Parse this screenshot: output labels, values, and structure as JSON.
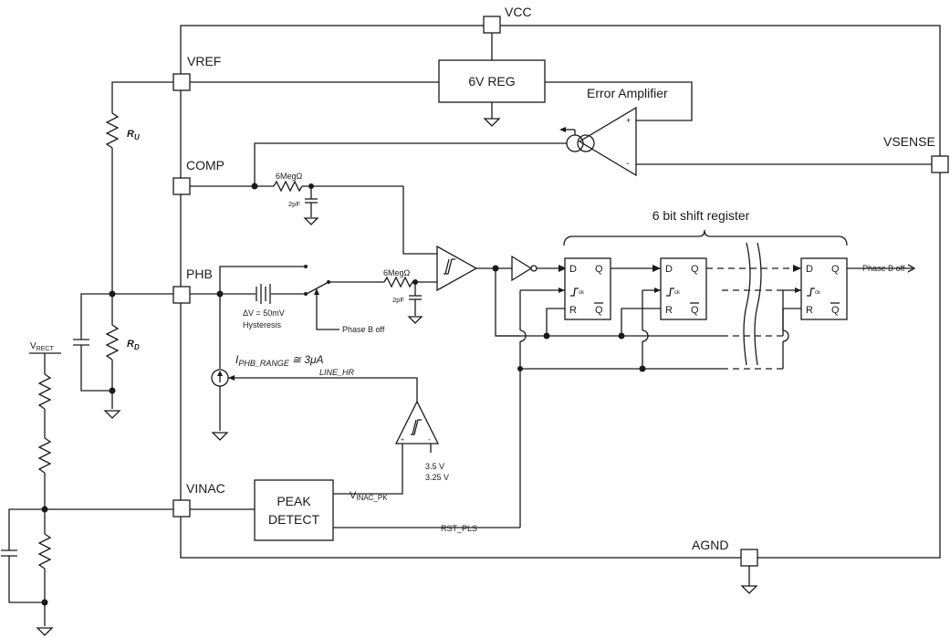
{
  "pins": {
    "vcc": "VCC",
    "vref": "VREF",
    "comp": "COMP",
    "phb": "PHB",
    "vinac": "VINAC",
    "vsense": "VSENSE",
    "agnd": "AGND"
  },
  "blocks": {
    "regulator": "6V REG",
    "error_amp": "Error Amplifier",
    "peak_detect_line1": "PEAK",
    "peak_detect_line2": "DETECT",
    "shift_register": "6 bit shift register"
  },
  "components": {
    "ru": "R",
    "ru_sub": "U",
    "rd": "R",
    "rd_sub": "D",
    "vrect": "V",
    "vrect_sub": "RECT",
    "r_comp": "6MegΩ",
    "c_comp": "2pF",
    "r_phb": "6MegΩ",
    "c_phb": "2pF",
    "hyst_voltage": "ΔV = 50mV",
    "hyst_label": "Hysteresis",
    "threshold_high": "3.5 V",
    "threshold_low": "3.25 V"
  },
  "signals": {
    "phase_b_off_switch": "Phase B off",
    "phase_b_off_out": "Phase B off",
    "i_phb_main": "I",
    "i_phb_sub": "PHB_RANGE",
    "i_phb_value": "≅ 3μA",
    "line_hr": "LINE_HR",
    "vinac_pk_main": "V",
    "vinac_pk_sub": "INAC_PK",
    "rst_pls": "RST_PLS"
  },
  "flip_flop": {
    "d": "D",
    "q": "Q",
    "r": "R",
    "qbar": "Q",
    "ck": "ck"
  },
  "amp_signs": {
    "plus": "+",
    "minus": "-"
  }
}
